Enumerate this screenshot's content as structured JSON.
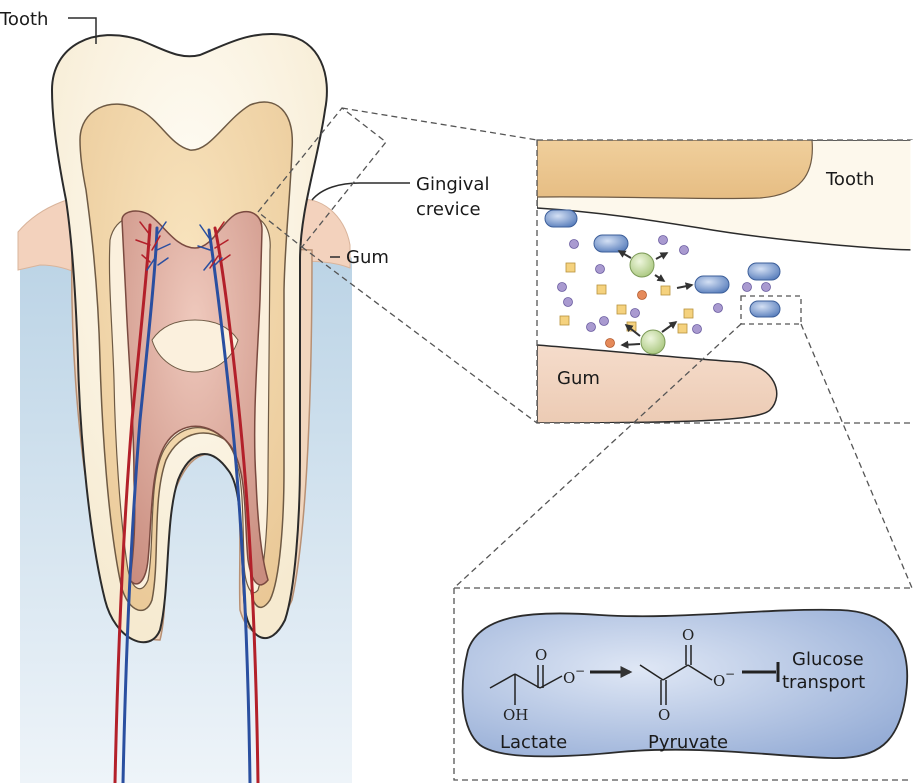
{
  "labels": {
    "tooth_main": "Tooth",
    "gingival_line1": "Gingival",
    "gingival_line2": "crevice",
    "gum_main": "Gum",
    "tooth_inset": "Tooth",
    "gum_inset": "Gum"
  },
  "chemistry": {
    "lactate_name": "Lactate",
    "pyruvate_name": "Pyruvate",
    "glucose_line1": "Glucose",
    "glucose_line2": "transport",
    "atom_o": "O",
    "atom_o_minus": "O",
    "minus": "−",
    "atom_oh": "OH"
  },
  "colors": {
    "enamel": "#fdf6e4",
    "dentin": "#f1d6a8",
    "pulp": "#d9a597",
    "gum": "#f3d2bd",
    "bone": "#c9dcea",
    "bacteria": "#6f92c8",
    "metabolite_hex": "#a99ad0",
    "metabolite_square": "#f5d27e",
    "orange_hex": "#e58a5a",
    "sphere": "#c8dea1"
  }
}
